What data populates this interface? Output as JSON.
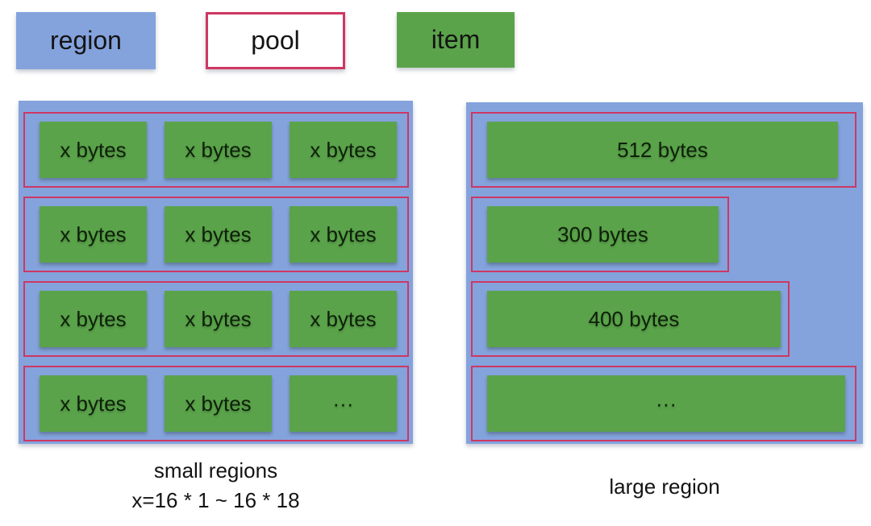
{
  "colors": {
    "region_blue": "#84a3dd",
    "item_green": "#5aa34a",
    "pool_border": "#ce3763",
    "text": "#141414"
  },
  "legend": {
    "region_label": "region",
    "pool_label": "pool",
    "item_label": "item"
  },
  "small_region": {
    "pools": [
      {
        "items": [
          "x bytes",
          "x bytes",
          "x bytes"
        ]
      },
      {
        "items": [
          "x bytes",
          "x bytes",
          "x bytes"
        ]
      },
      {
        "items": [
          "x bytes",
          "x bytes",
          "x bytes"
        ]
      },
      {
        "items": [
          "x bytes",
          "x bytes",
          "···"
        ]
      }
    ],
    "caption_line1": "small regions",
    "caption_line2": "x=16 * 1 ~ 16 * 18"
  },
  "large_region": {
    "pools": [
      {
        "item_label": "512 bytes"
      },
      {
        "item_label": "300 bytes"
      },
      {
        "item_label": "400 bytes"
      },
      {
        "item_label": "···"
      }
    ],
    "caption": "large region"
  }
}
